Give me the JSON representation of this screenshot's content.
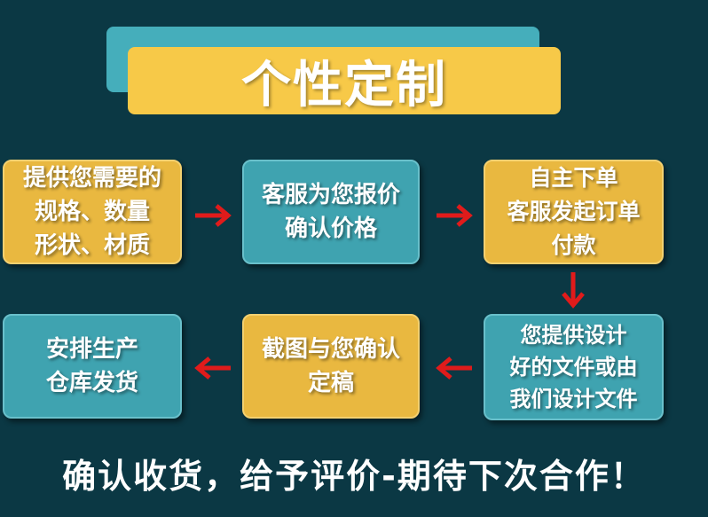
{
  "title": "个性定制",
  "steps": [
    {
      "text": "提供您需要的\n规格、数量\n形状、材质"
    },
    {
      "text": "客服为您报价\n确认价格"
    },
    {
      "text": "自主下单\n客服发起订单\n付款"
    },
    {
      "text": "您提供设计\n好的文件或由\n我们设计文件"
    },
    {
      "text": "截图与您确认\n定稿"
    },
    {
      "text": "安排生产\n仓库发货"
    }
  ],
  "footer": "确认收货，给予评价-期待下次合作！",
  "colors": {
    "background": "#0b3844",
    "yellow": "#e9b840",
    "teal": "#3fa3b0",
    "arrow": "#e01b1b"
  },
  "icons": {
    "arrow": "arrow-icon"
  }
}
